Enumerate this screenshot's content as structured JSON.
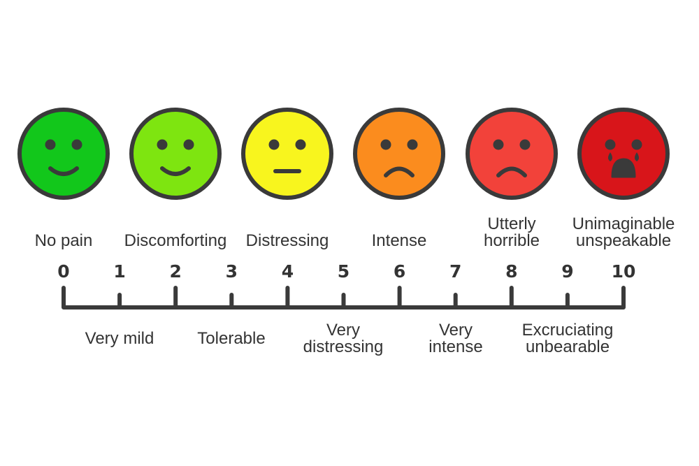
{
  "colors": {
    "outline": "#3a3a3a",
    "text": "#333333",
    "feature": "#3a3a3a",
    "ruler": "#3a3a3a"
  },
  "faces": [
    {
      "fill": "#12c71b",
      "icon": "smiling-face-icon"
    },
    {
      "fill": "#7ee510",
      "icon": "smiling-face-icon"
    },
    {
      "fill": "#f8f51e",
      "icon": "neutral-face-icon"
    },
    {
      "fill": "#fb8c1e",
      "icon": "frowning-face-icon"
    },
    {
      "fill": "#f2423a",
      "icon": "frowning-face-icon"
    },
    {
      "fill": "#d8151a",
      "icon": "crying-face-icon"
    }
  ],
  "upper_labels": [
    {
      "lines": [
        "No pain"
      ]
    },
    {
      "lines": [
        "Discomforting"
      ]
    },
    {
      "lines": [
        "Distressing"
      ]
    },
    {
      "lines": [
        "Intense"
      ]
    },
    {
      "lines": [
        "Utterly",
        "horrible"
      ]
    },
    {
      "lines": [
        "Unimaginable",
        "unspeakable"
      ]
    }
  ],
  "ticks": [
    "0",
    "1",
    "2",
    "3",
    "4",
    "5",
    "6",
    "7",
    "8",
    "9",
    "10"
  ],
  "lower_labels": [
    {
      "lines": [
        "Very mild"
      ]
    },
    {
      "lines": [
        "Tolerable"
      ]
    },
    {
      "lines": [
        "Very",
        "distressing"
      ]
    },
    {
      "lines": [
        "Very",
        "intense"
      ]
    },
    {
      "lines": [
        "Excruciating",
        "unbearable"
      ]
    }
  ]
}
